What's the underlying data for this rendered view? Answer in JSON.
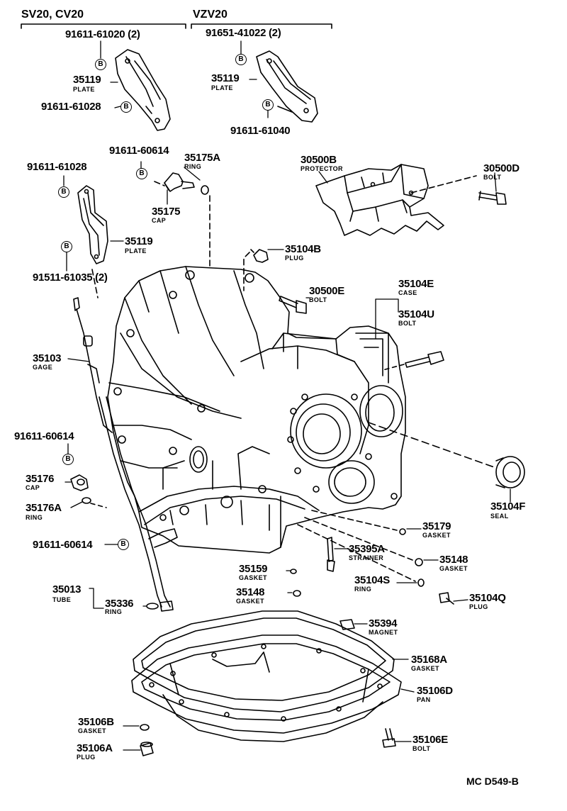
{
  "headers": {
    "left": "SV20, CV20",
    "right": "VZV20"
  },
  "parts": {
    "b1": {
      "pn": "91611-61020 (2)"
    },
    "b2": {
      "pn": "91651-41022 (2)"
    },
    "plate1": {
      "pn": "35119",
      "nm": "PLATE"
    },
    "plate2": {
      "pn": "35119",
      "nm": "PLATE"
    },
    "b3": {
      "pn": "91611-61028"
    },
    "b4": {
      "pn": "91611-61040"
    },
    "b5": {
      "pn": "91611-60614"
    },
    "ring175": {
      "pn": "35175A",
      "nm": "RING"
    },
    "b6": {
      "pn": "91611-61028"
    },
    "protector": {
      "pn": "30500B",
      "nm": "PROTECTOR"
    },
    "bolt500d": {
      "pn": "30500D",
      "nm": "BOLT"
    },
    "cap175": {
      "pn": "35175",
      "nm": "CAP"
    },
    "plate3": {
      "pn": "35119",
      "nm": "PLATE"
    },
    "plug104b": {
      "pn": "35104B",
      "nm": "PLUG"
    },
    "b7": {
      "pn": "91511-61035 (2)"
    },
    "bolt500e": {
      "pn": "30500E",
      "nm": "BOLT"
    },
    "case104e": {
      "pn": "35104E",
      "nm": "CASE"
    },
    "bolt104u": {
      "pn": "35104U",
      "nm": "BOLT"
    },
    "gage": {
      "pn": "35103",
      "nm": "GAGE"
    },
    "b8": {
      "pn": "91611-60614"
    },
    "cap176": {
      "pn": "35176",
      "nm": "CAP"
    },
    "ring176a": {
      "pn": "35176A",
      "nm": "RING"
    },
    "seal104f": {
      "pn": "35104F",
      "nm": "SEAL"
    },
    "gasket179": {
      "pn": "35179",
      "nm": "GASKET"
    },
    "b9": {
      "pn": "91611-60614"
    },
    "strainer": {
      "pn": "35395A",
      "nm": "STRAINER"
    },
    "gasket148a": {
      "pn": "35148",
      "nm": "GASKET"
    },
    "gasket159": {
      "pn": "35159",
      "nm": "GASKET"
    },
    "ring104s": {
      "pn": "35104S",
      "nm": "RING"
    },
    "tube": {
      "pn": "35013",
      "nm": "TUBE"
    },
    "ring336": {
      "pn": "35336",
      "nm": "RING"
    },
    "gasket148b": {
      "pn": "35148",
      "nm": "GASKET"
    },
    "plug104q": {
      "pn": "35104Q",
      "nm": "PLUG"
    },
    "magnet": {
      "pn": "35394",
      "nm": "MAGNET"
    },
    "gasket168a": {
      "pn": "35168A",
      "nm": "GASKET"
    },
    "pan": {
      "pn": "35106D",
      "nm": "PAN"
    },
    "gasket106b": {
      "pn": "35106B",
      "nm": "GASKET"
    },
    "bolt106e": {
      "pn": "35106E",
      "nm": "BOLT"
    },
    "plug106a": {
      "pn": "35106A",
      "nm": "PLUG"
    }
  },
  "bolt_marker": "B",
  "drawing_code": "MC D549-B"
}
